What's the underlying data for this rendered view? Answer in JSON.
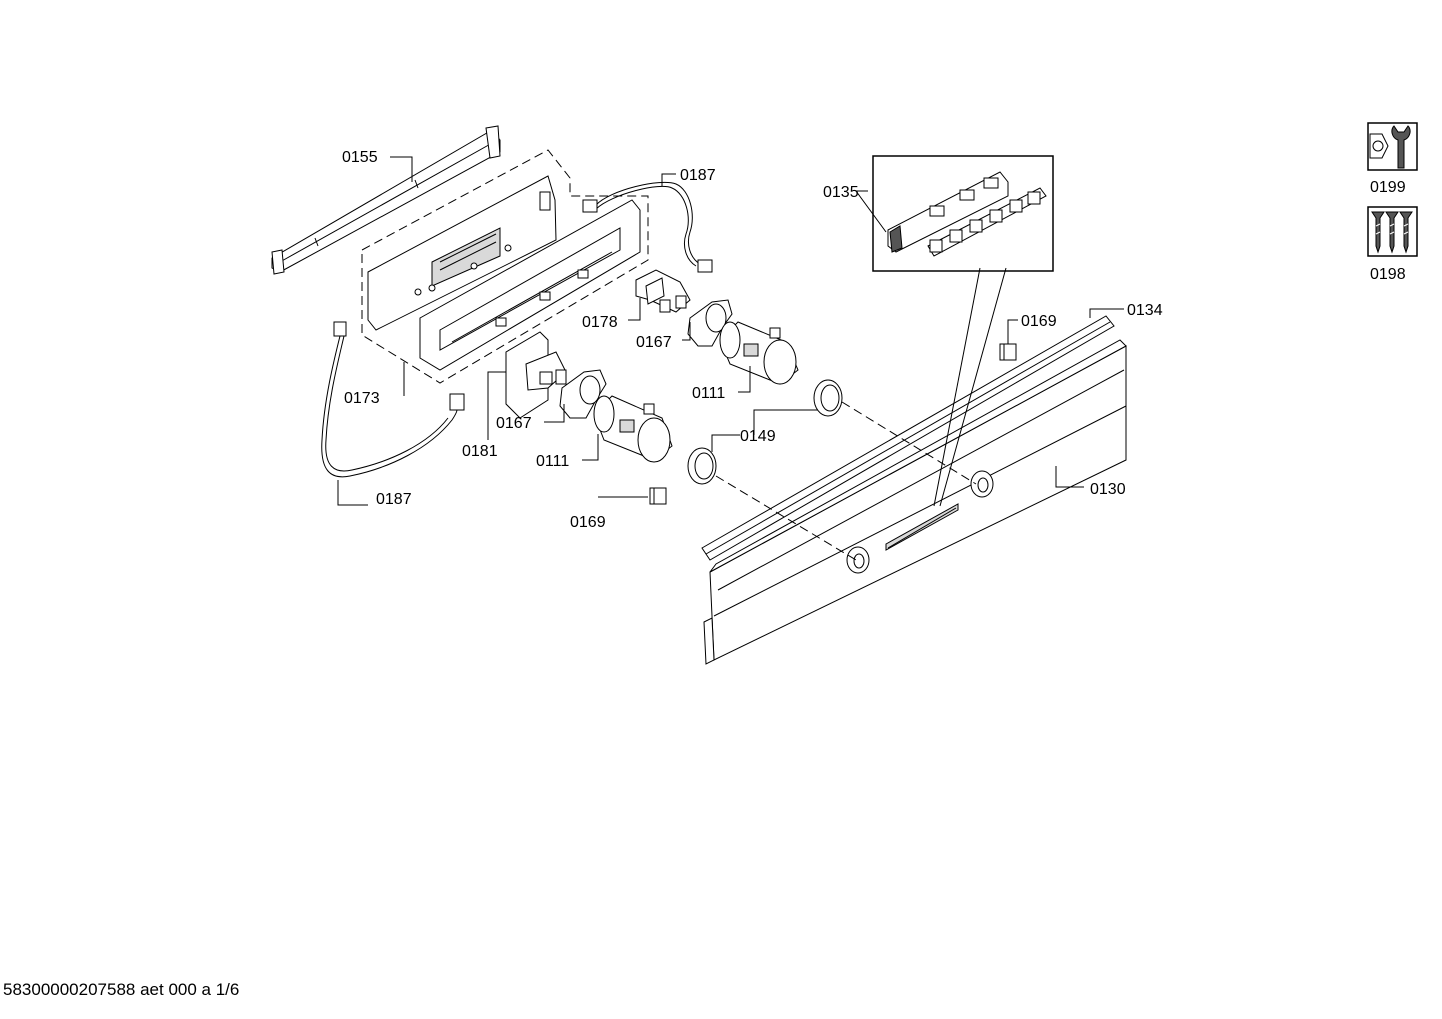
{
  "diagram": {
    "part_labels": {
      "p0155": "0155",
      "p0187a": "0187",
      "p0178": "0178",
      "p0167a": "0167",
      "p0111a": "0111",
      "p0173": "0173",
      "p0181": "0181",
      "p0167b": "0167",
      "p0111b": "0111",
      "p0149": "0149",
      "p0187b": "0187",
      "p0169a": "0169",
      "p0135": "0135",
      "p0169b": "0169",
      "p0134": "0134",
      "p0130": "0130"
    },
    "legend": {
      "tools_label": "0199",
      "screws_label": "0198",
      "tools_icon": "tools-icon",
      "screws_icon": "screws-icon"
    }
  },
  "footer": {
    "document_id": "58300000207588 aet 000 a 1/6"
  }
}
